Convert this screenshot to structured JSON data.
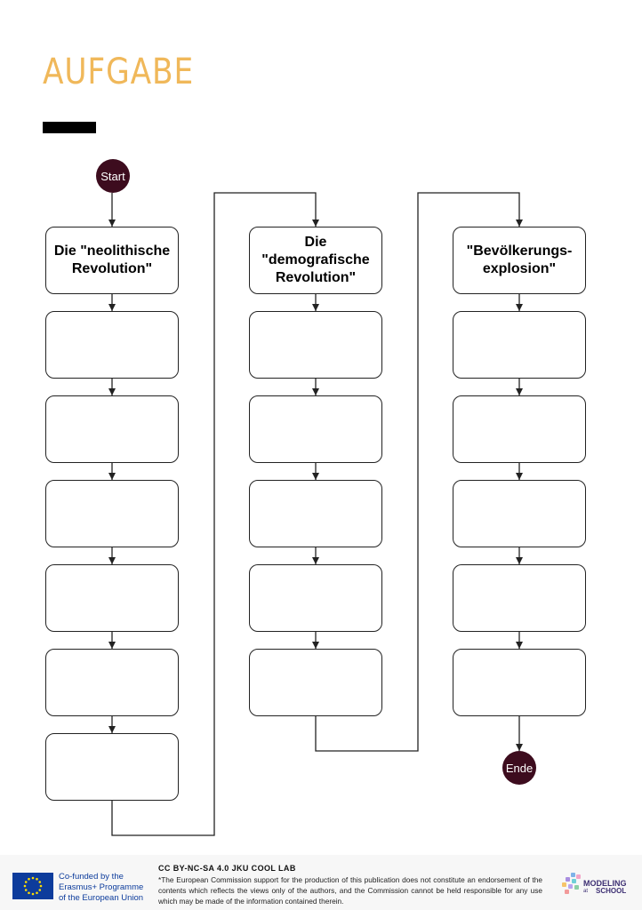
{
  "title": "AUFGABE",
  "flowchart": {
    "start_label": "Start",
    "end_label": "Ende",
    "columns": [
      {
        "heading": "Die \"neolithische\nRevolution\"",
        "empty_boxes": 6
      },
      {
        "heading": "Die\n\"demografische\nRevolution\"",
        "empty_boxes": 5
      },
      {
        "heading": "\"Bevölkerungs-\nexplosion\"",
        "empty_boxes": 5
      }
    ]
  },
  "footer": {
    "eu_text": "Co-funded by the\nErasmus+ Programme\nof the European Union",
    "license": "CC BY-NC-SA 4.0 JKU COOL LAB",
    "disclaimer": "*The European Commission support for the production of this publication does not constitute an endorsement of the contents which reflects the views only of the authors, and the Commission cannot be held responsible for any use which may be made of the information contained therein.",
    "logo_name": "MODELING",
    "logo_small": "at",
    "logo_school": "SCHOOL"
  },
  "colors": {
    "title": "#f0b85a",
    "node": "#3d0c1e",
    "eu_blue": "#0d3c9c",
    "eu_stars": "#ffdd00",
    "logo_text": "#3d2f73"
  }
}
